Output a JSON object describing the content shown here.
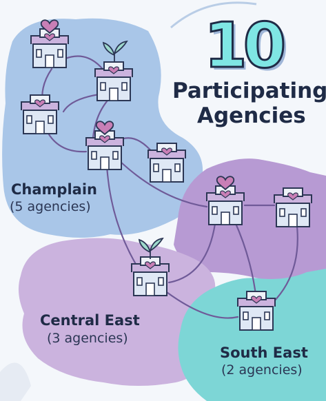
{
  "headline": {
    "number": "10",
    "line1": "Participating",
    "line2": "Agencies"
  },
  "regions": [
    {
      "name": "Champlain",
      "detail": "(5 agencies)",
      "color": "#a9c6e8"
    },
    {
      "name": "Central East",
      "detail": "(3 agencies)",
      "color": "#cbb3de"
    },
    {
      "name": "South East",
      "detail": "(2 agencies)",
      "color": "#7dd6d6"
    }
  ],
  "colors": {
    "champlain": "#a9c6e8",
    "purple_band": "#b79ad3",
    "central_east": "#cbb3de",
    "south_east": "#7dd6d6",
    "connector": "#6f5a98",
    "icon_stroke": "#2b3654"
  },
  "icons": [
    "heart-hospital-icon",
    "plant-building-icon",
    "heart-building-icon",
    "cross-hospital-icon",
    "heart-building-icon",
    "heart-hospital-icon",
    "heart-building-icon",
    "plant-building-icon",
    "heart-building-icon"
  ]
}
